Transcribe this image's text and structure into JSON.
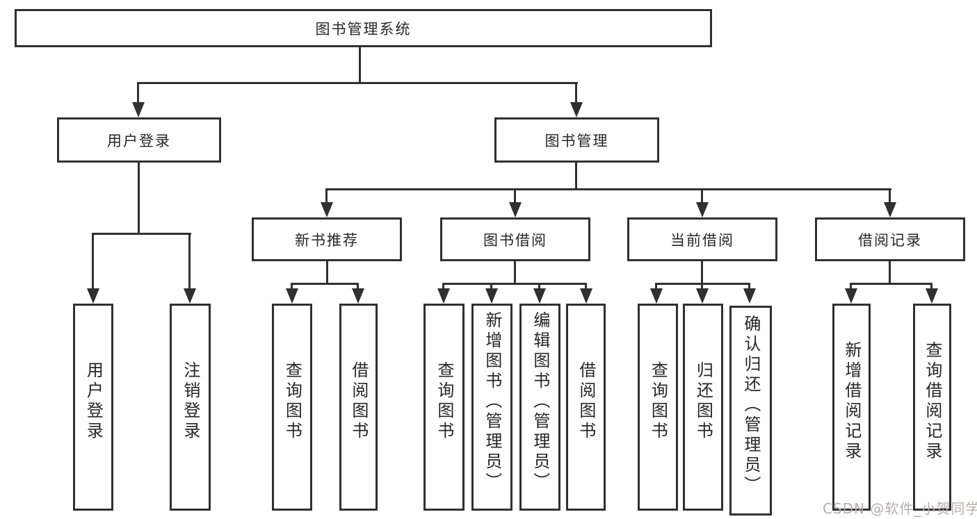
{
  "nodes": {
    "root": "图书管理系统",
    "user_login": "用户登录",
    "book_mgmt": "图书管理",
    "new_book": "新书推荐",
    "book_borrow": "图书借阅",
    "current_borrow": "当前借阅",
    "borrow_records": "借阅记录"
  },
  "leaves": {
    "user_login": "用户登录",
    "logout": "注销登录",
    "nb_query": "查询图书",
    "nb_borrow": "借阅图书",
    "bb_query": "查询图书",
    "bb_add": "新增图书（管理员）",
    "bb_edit": "编辑图书（管理员）",
    "bb_borrow": "借阅图书",
    "cb_query": "查询图书",
    "cb_return": "归还图书",
    "cb_confirm": "确认归还（管理员）",
    "br_add": "新增借阅记录",
    "br_query": "查询借阅记录"
  },
  "watermark": "CSDN @软件_小贺同学",
  "colors": {
    "line": "#303030",
    "text": "#262626",
    "watermark": "#b3aeae",
    "background": "#ffffff"
  }
}
